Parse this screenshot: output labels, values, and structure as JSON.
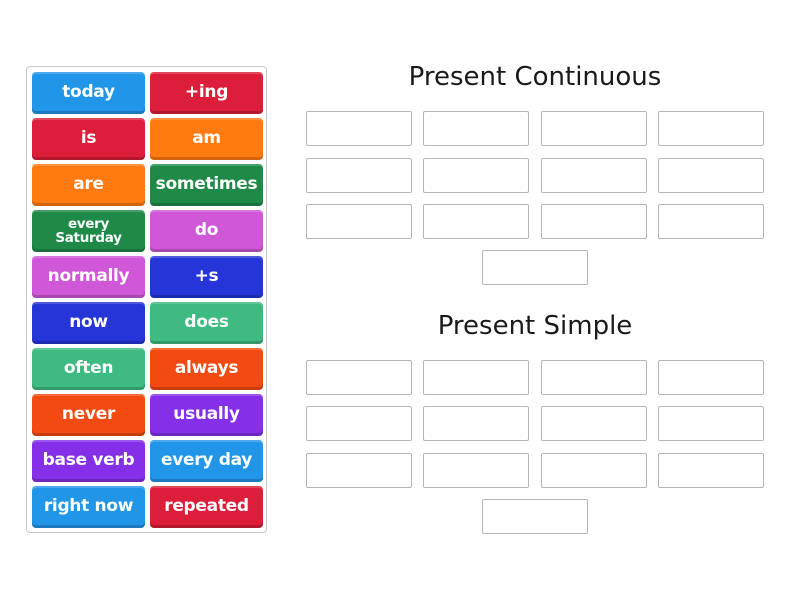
{
  "tiles": [
    {
      "label": "today",
      "color": "#2196e8"
    },
    {
      "label": "+ing",
      "color": "#dc1e3a"
    },
    {
      "label": "is",
      "color": "#dc1e3a"
    },
    {
      "label": "am",
      "color": "#ff7a10"
    },
    {
      "label": "are",
      "color": "#ff7a10"
    },
    {
      "label": "sometimes",
      "color": "#1f8a48"
    },
    {
      "label": "every Saturday",
      "color": "#1f8a48"
    },
    {
      "label": "do",
      "color": "#d058d8"
    },
    {
      "label": "normally",
      "color": "#d058d8"
    },
    {
      "label": "+s",
      "color": "#2535d8"
    },
    {
      "label": "now",
      "color": "#2535d8"
    },
    {
      "label": "does",
      "color": "#3dbb80"
    },
    {
      "label": "often",
      "color": "#3dbb80"
    },
    {
      "label": "always",
      "color": "#f24a10"
    },
    {
      "label": "never",
      "color": "#f24a10"
    },
    {
      "label": "usually",
      "color": "#8530e8"
    },
    {
      "label": "base verb",
      "color": "#8530e8"
    },
    {
      "label": "every day",
      "color": "#2196e8"
    },
    {
      "label": "right now",
      "color": "#2196e8"
    },
    {
      "label": "repeated",
      "color": "#dc1e3a"
    }
  ],
  "groups": [
    {
      "title": "Present Continuous",
      "slot_count": 13
    },
    {
      "title": "Present Simple",
      "slot_count": 13
    }
  ]
}
